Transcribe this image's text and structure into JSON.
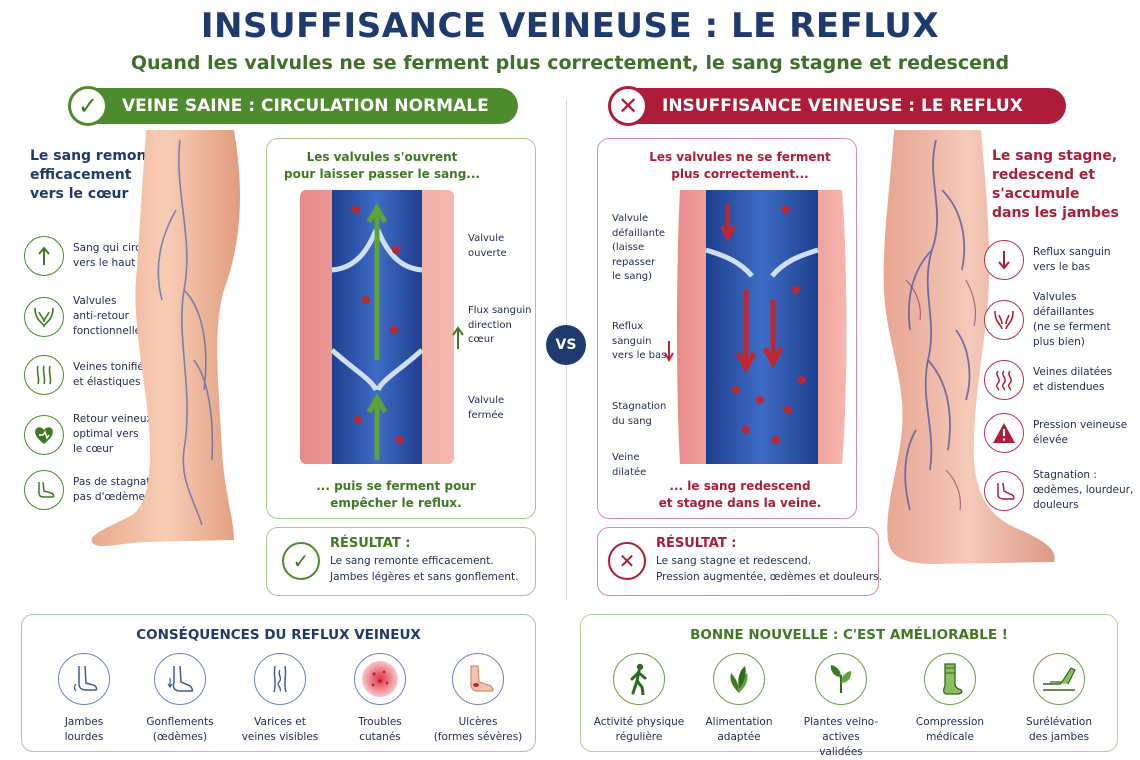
{
  "header": {
    "title": "INSUFFISANCE VEINEUSE : LE REFLUX",
    "subtitle": "Quand les valvules ne se ferment plus correctement, le sang stagne et redescend"
  },
  "healthy": {
    "banner": "VEINE SAINE : CIRCULATION NORMALE",
    "banner_icon": "check-icon",
    "heading": [
      "Le sang remonte",
      "efficacement",
      "vers le cœur"
    ],
    "features": [
      {
        "icon": "arrow-up-icon",
        "lines": [
          "Sang qui circule",
          "vers le haut"
        ]
      },
      {
        "icon": "valve-icon",
        "lines": [
          "Valvules",
          "anti-retour",
          "fonctionnelles"
        ]
      },
      {
        "icon": "vein-lines-icon",
        "lines": [
          "Veines tonifiées",
          "et élastiques"
        ]
      },
      {
        "icon": "heart-icon",
        "lines": [
          "Retour veineux",
          "optimal vers",
          "le cœur"
        ]
      },
      {
        "icon": "foot-icon",
        "lines": [
          "Pas de stagnation,",
          "pas d'œdème"
        ]
      }
    ],
    "diagram": {
      "top_text": [
        "Les valvules s'ouvrent",
        "pour laisser passer le sang..."
      ],
      "bottom_text": [
        "... puis se ferment pour",
        "empêcher le reflux."
      ],
      "callouts": [
        {
          "lines": [
            "Valvule",
            "ouverte"
          ]
        },
        {
          "lines": [
            "Flux sanguin",
            "direction",
            "cœur"
          ]
        },
        {
          "lines": [
            "Valvule",
            "fermée"
          ]
        }
      ]
    },
    "result": {
      "title": "RÉSULTAT :",
      "lines": [
        "Le sang remonte efficacement.",
        "Jambes légères et sans gonflement."
      ]
    },
    "color": "#4e8a2e"
  },
  "vs_label": "VS",
  "reflux": {
    "banner": "INSUFFISANCE VEINEUSE : LE REFLUX",
    "banner_icon": "cross-icon",
    "heading": [
      "Le sang stagne,",
      "redescend et",
      "s'accumule",
      "dans les jambes"
    ],
    "features": [
      {
        "icon": "arrow-down-icon",
        "lines": [
          "Reflux sanguin",
          "vers le bas"
        ]
      },
      {
        "icon": "broken-valve-icon",
        "lines": [
          "Valvules",
          "défaillantes",
          "(ne se ferment",
          "plus bien)"
        ]
      },
      {
        "icon": "wavy-veins-icon",
        "lines": [
          "Veines dilatées",
          "et distendues"
        ]
      },
      {
        "icon": "warning-icon",
        "lines": [
          "Pression veineuse",
          "élevée"
        ]
      },
      {
        "icon": "swollen-foot-icon",
        "lines": [
          "Stagnation :",
          "œdèmes, lourdeur,",
          "douleurs"
        ]
      }
    ],
    "diagram": {
      "top_text": [
        "Les valvules ne se ferment",
        "plus correctement..."
      ],
      "bottom_text": [
        "... le sang redescend",
        "et stagne dans la veine."
      ],
      "callouts": [
        {
          "lines": [
            "Valvule",
            "défaillante",
            "(laisse",
            "repasser",
            "le sang)"
          ]
        },
        {
          "lines": [
            "Reflux",
            "sanguin",
            "vers le bas"
          ]
        },
        {
          "lines": [
            "Stagnation",
            "du sang"
          ]
        },
        {
          "lines": [
            "Veine",
            "dilatée"
          ]
        }
      ]
    },
    "result": {
      "title": "RÉSULTAT :",
      "lines": [
        "Le sang stagne et redescend.",
        "Pression augmentée, œdèmes et douleurs."
      ]
    },
    "color": "#ad1d3a"
  },
  "consequences": {
    "title": "CONSÉQUENCES DU REFLUX VEINEUX",
    "items": [
      {
        "icon": "heavy-legs-icon",
        "lines": [
          "Jambes",
          "lourdes"
        ]
      },
      {
        "icon": "swelling-icon",
        "lines": [
          "Gonflements",
          "(œdèmes)"
        ]
      },
      {
        "icon": "varicose-icon",
        "lines": [
          "Varices et",
          "veines visibles"
        ]
      },
      {
        "icon": "skin-icon",
        "lines": [
          "Troubles",
          "cutanés"
        ]
      },
      {
        "icon": "ulcer-icon",
        "lines": [
          "Ulcères",
          "(formes sévères)"
        ]
      }
    ]
  },
  "good_news": {
    "title": "BONNE NOUVELLE : C'EST AMÉLIORABLE !",
    "items": [
      {
        "icon": "walking-icon",
        "lines": [
          "Activité physique",
          "régulière"
        ]
      },
      {
        "icon": "leaves-icon",
        "lines": [
          "Alimentation",
          "adaptée"
        ]
      },
      {
        "icon": "plant-icon",
        "lines": [
          "Plantes veino-actives",
          "validées"
        ]
      },
      {
        "icon": "stocking-icon",
        "lines": [
          "Compression",
          "médicale"
        ]
      },
      {
        "icon": "leg-raise-icon",
        "lines": [
          "Surélévation",
          "des jambes"
        ]
      }
    ]
  }
}
